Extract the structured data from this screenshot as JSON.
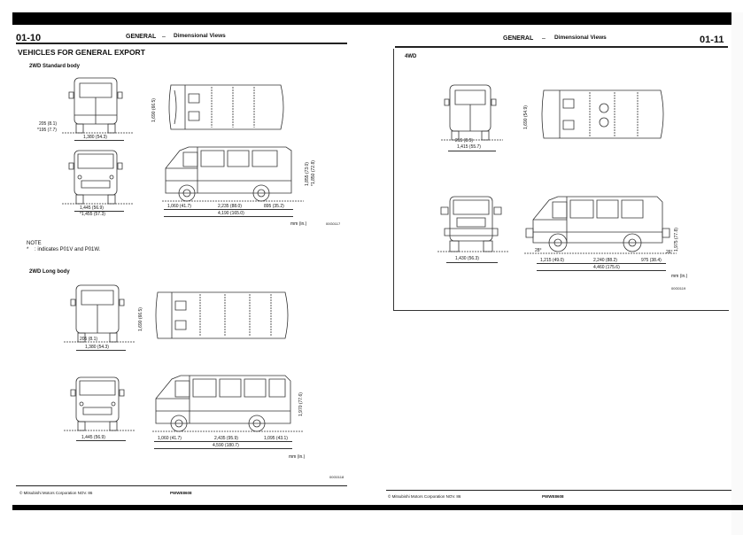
{
  "left_page": {
    "page_number": "01-10",
    "section": "GENERAL",
    "dash": "–",
    "subsection": "Dimensional Views",
    "heading": "VEHICLES FOR GENERAL EXPORT",
    "standard": {
      "title": "2WD Standard body",
      "dims": {
        "height": "1,690 (66.5)",
        "clearance_a": "205 (8.1)",
        "clearance_b": "*195 (7.7)",
        "rear_track": "1,380 (54.3)",
        "front_track": "1,445 (56.9)",
        "width": "*1,455 (57.3)",
        "front_overhang": "1,060 (41.7)",
        "wheelbase": "2,235 (88.0)",
        "rear_overhang": "895 (35.2)",
        "length": "4,190 (165.0)",
        "side_height_a": "1,855 (73.0)",
        "side_height_b": "*1,850 (72.8)"
      },
      "units": "mm (in.)",
      "figure_code": "00G0117"
    },
    "note": {
      "title": "NOTE",
      "asterisk": "*",
      "text": ": indicates P01V and P01W."
    },
    "long": {
      "title": "2WD Long body",
      "dims": {
        "height": "1,690 (66.5)",
        "clearance": "205 (8.1)",
        "rear_track": "1,380 (54.3)",
        "front_track": "1,445 (56.9)",
        "front_overhang": "1,060 (41.7)",
        "wheelbase": "2,435 (95.9)",
        "rear_overhang": "1,095 (43.1)",
        "length": "4,590 (180.7)",
        "side_height": "1,970 (77.6)"
      },
      "units": "mm (in.)",
      "figure_code": "00G0118"
    },
    "footer_copyright": "© Mitsubishi Motors Corporation   NOV. 86",
    "footer_code": "PWWE8608"
  },
  "right_page": {
    "page_number": "01-11",
    "section": "GENERAL",
    "dash": "–",
    "subsection": "Dimensional Views",
    "fwd": {
      "title": "4WD",
      "dims": {
        "height": "1,690 (54.9)",
        "clearance": "215 (8.5)",
        "rear_track": "1,415 (55.7)",
        "front_track": "1,430 (56.3)",
        "approach_angle": "28°",
        "departure_angle": "26°",
        "front_overhang": "1,215 (49.0)",
        "wheelbase": "2,240 (88.2)",
        "rear_overhang": "975 (38.4)",
        "length": "4,460 (175.6)",
        "side_height": "1,975 (77.8)"
      },
      "units": "mm (in.)",
      "figure_code": "00G0119"
    },
    "footer_copyright": "© Mitsubishi Motors Corporation   NOV. 86",
    "footer_code": "PWWE8608"
  }
}
